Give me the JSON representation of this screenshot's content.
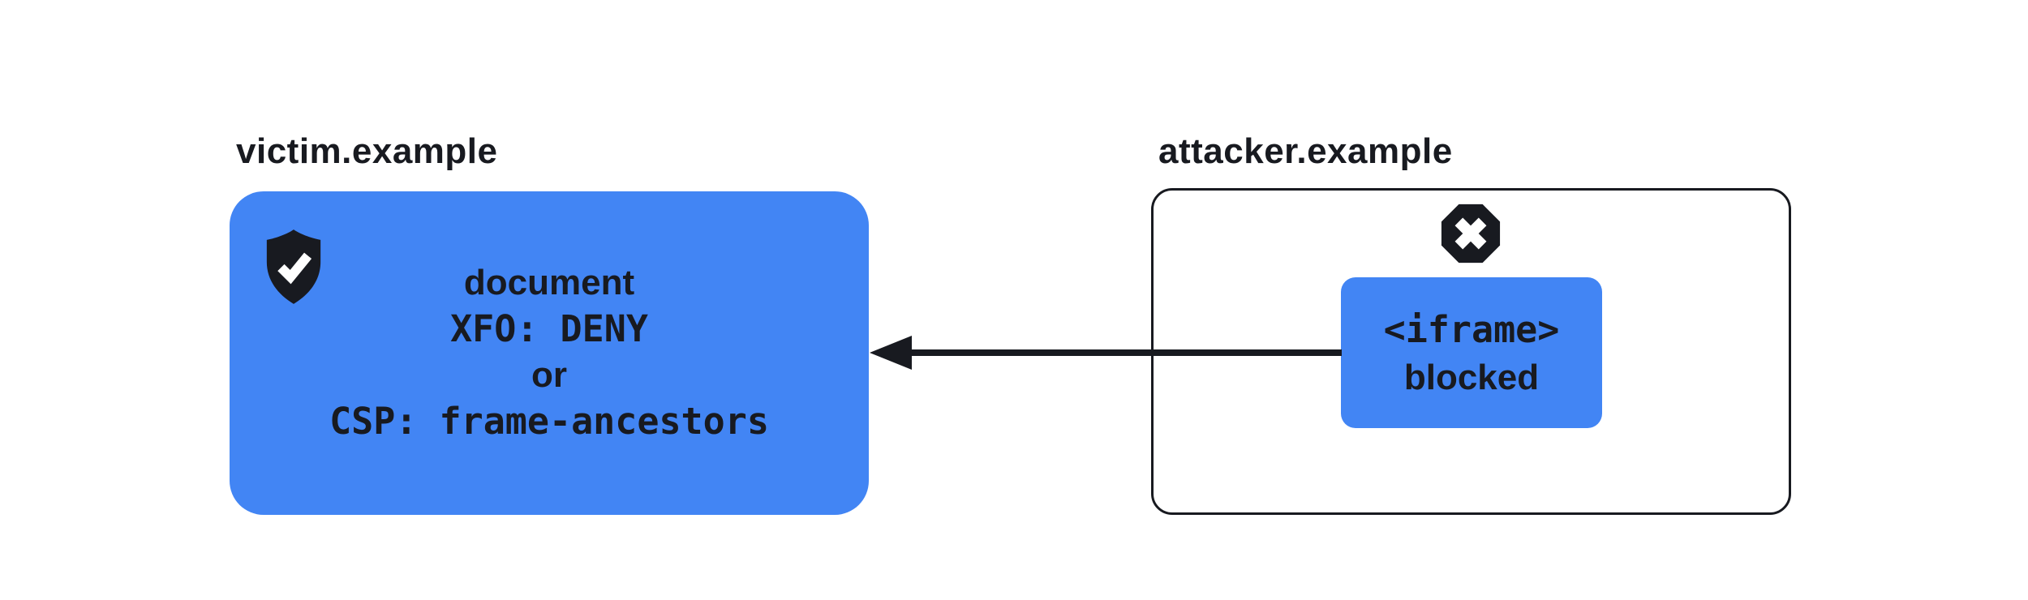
{
  "colors": {
    "blue": "#4285f4",
    "ink": "#181a20",
    "white": "#ffffff"
  },
  "victim": {
    "label": "victim.example",
    "icon": "shield-check-icon",
    "line1": "document",
    "line2": "XFO: DENY",
    "line3": "or",
    "line4": "CSP: frame-ancestors"
  },
  "attacker": {
    "label": "attacker.example",
    "icon": "blocked-x-octagon-icon",
    "iframe": {
      "line1": "<iframe>",
      "line2": "blocked"
    }
  }
}
